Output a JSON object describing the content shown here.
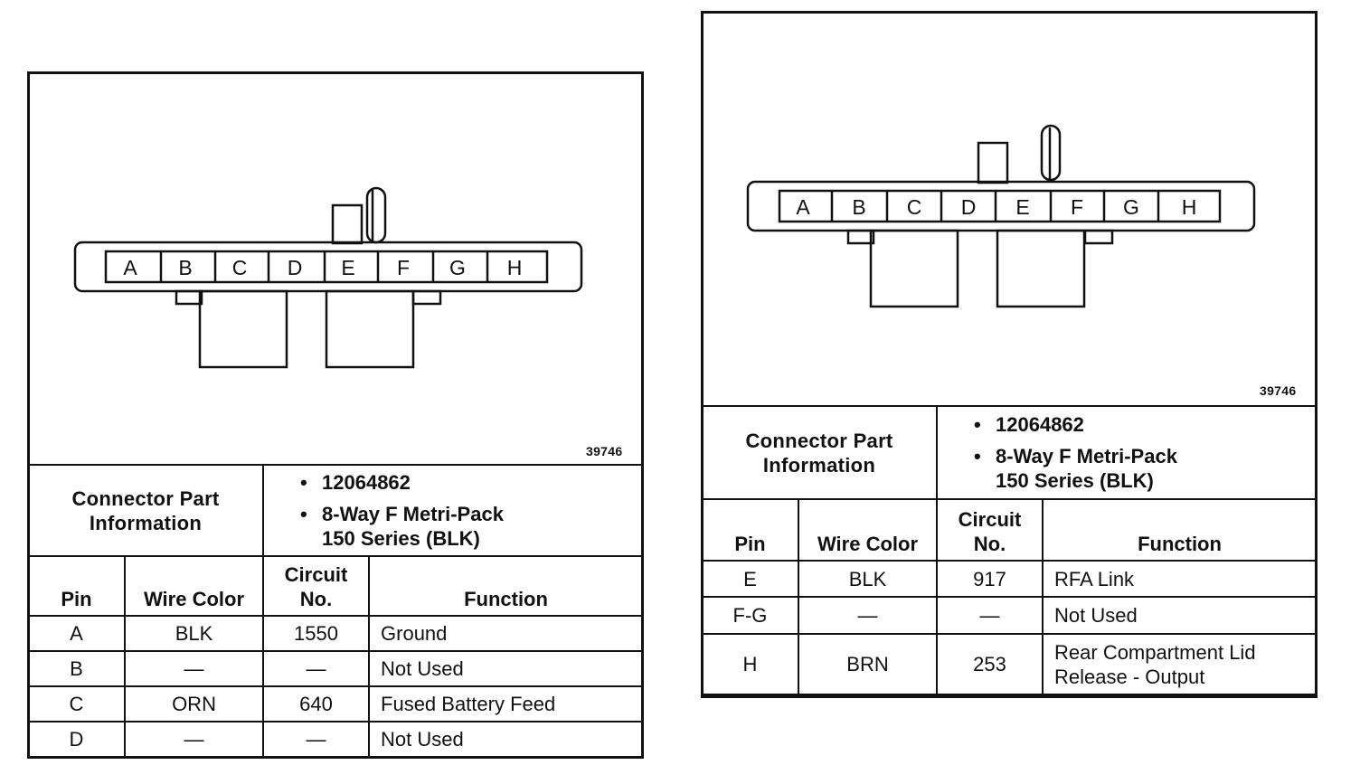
{
  "pin_labels": [
    "A",
    "B",
    "C",
    "D",
    "E",
    "F",
    "G",
    "H"
  ],
  "left": {
    "figure_number": "39746",
    "cpi_label_line1": "Connector Part",
    "cpi_label_line2": "Information",
    "part_bullet": "•",
    "part_number": "12064862",
    "part_desc_line1": "8-Way F Metri-Pack",
    "part_desc_line2": "150 Series (BLK)",
    "headers": {
      "pin": "Pin",
      "wire_color": "Wire Color",
      "circuit_line1": "Circuit",
      "circuit_line2": "No.",
      "function": "Function"
    },
    "rows": [
      {
        "pin": "A",
        "wire": "BLK",
        "circuit": "1550",
        "function": "Ground"
      },
      {
        "pin": "B",
        "wire": "—",
        "circuit": "—",
        "function": "Not Used"
      },
      {
        "pin": "C",
        "wire": "ORN",
        "circuit": "640",
        "function": "Fused Battery Feed"
      },
      {
        "pin": "D",
        "wire": "—",
        "circuit": "—",
        "function": "Not Used"
      }
    ]
  },
  "right": {
    "figure_number": "39746",
    "cpi_label_line1": "Connector Part",
    "cpi_label_line2": "Information",
    "part_bullet": "•",
    "part_number": "12064862",
    "part_desc_line1": "8-Way F Metri-Pack",
    "part_desc_line2": "150 Series (BLK)",
    "headers": {
      "pin": "Pin",
      "wire_color": "Wire Color",
      "circuit_line1": "Circuit",
      "circuit_line2": "No.",
      "function": "Function"
    },
    "rows": [
      {
        "pin": "E",
        "wire": "BLK",
        "circuit": "917",
        "function": "RFA Link"
      },
      {
        "pin": "F-G",
        "wire": "—",
        "circuit": "—",
        "function": "Not Used"
      },
      {
        "pin": "H",
        "wire": "BRN",
        "circuit": "253",
        "function_line1": "Rear Compartment Lid",
        "function_line2": "Release - Output"
      }
    ]
  }
}
